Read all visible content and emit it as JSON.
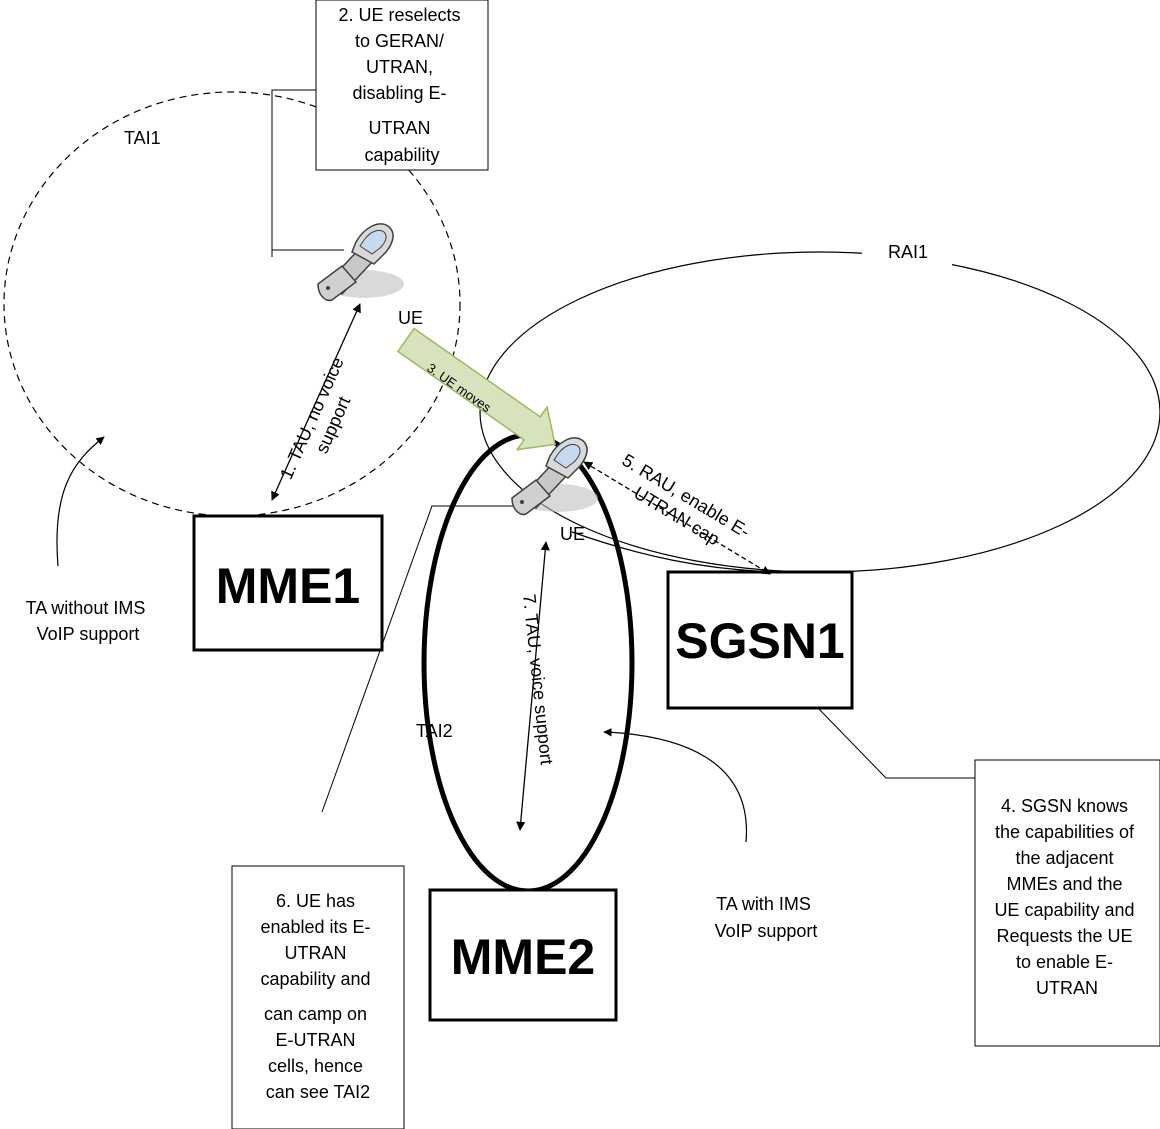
{
  "regions": {
    "tai1": "TAI1",
    "rai1": "RAI1",
    "tai2": "TAI2"
  },
  "nodes": {
    "mme1": "MME1",
    "mme2": "MME2",
    "sgsn1": "SGSN1",
    "ue_top": "UE",
    "ue_bottom": "UE"
  },
  "steps": {
    "step1": [
      "1. TAU, no voice",
      "support"
    ],
    "step3": "3. UE moves",
    "step5": [
      "5. RAU, enable E-",
      "UTRAN cap"
    ],
    "step7": "7. TAU, voice support"
  },
  "notes": {
    "step2": [
      "2. UE reselects",
      "to GERAN/",
      "UTRAN,",
      "disabling E-",
      "UTRAN",
      "capability"
    ],
    "step4": [
      "4. SGSN knows",
      "the capabilities of",
      "the adjacent",
      "MMEs and the",
      "UE capability and",
      "Requests the UE",
      "to enable E-",
      "UTRAN"
    ],
    "step6": [
      "6. UE has",
      "enabled its E-",
      "UTRAN",
      "capability and",
      "can camp on",
      "E-UTRAN",
      "cells, hence",
      "can see TAI2"
    ],
    "ta_without": [
      "TA without IMS",
      "VoIP support"
    ],
    "ta_with": [
      "TA with IMS",
      "VoIP support"
    ]
  },
  "colors": {
    "move_arrow_fill": "#d6e3bc",
    "move_arrow_stroke": "#9bbb59",
    "phone_body": "#d9d9d9",
    "phone_screen": "#c5d9f1",
    "phone_shadow": "#bfbfbf"
  }
}
